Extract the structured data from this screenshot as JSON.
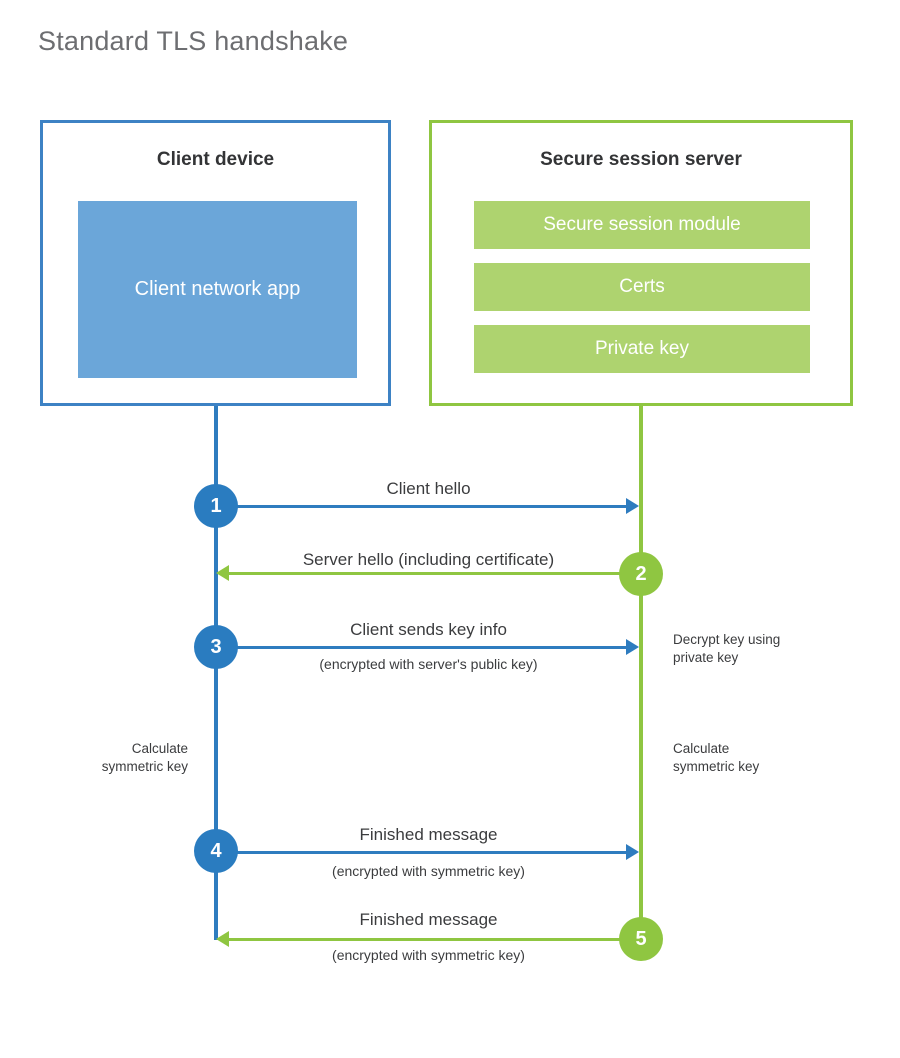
{
  "page": {
    "title": "Standard TLS handshake",
    "background": "#ffffff"
  },
  "colors": {
    "client_blue": "#2e7cbf",
    "client_circle_blue": "#2a7cc0",
    "client_app_fill": "#6ba6d9",
    "server_green": "#8fc641",
    "server_module_fill": "#aed36f",
    "title_gray": "#6d6e71",
    "text_dark": "#333436"
  },
  "client": {
    "title": "Client device",
    "app_label": "Client network app"
  },
  "server": {
    "title": "Secure session server",
    "modules": [
      {
        "label": "Secure session module"
      },
      {
        "label": "Certs"
      },
      {
        "label": "Private key"
      }
    ]
  },
  "steps": [
    {
      "number": "1",
      "side": "client",
      "direction": "to-server",
      "label": "Client hello",
      "sublabel": ""
    },
    {
      "number": "2",
      "side": "server",
      "direction": "to-client",
      "label": "Server hello (including certificate)",
      "sublabel": ""
    },
    {
      "number": "3",
      "side": "client",
      "direction": "to-server",
      "label": "Client sends key info",
      "sublabel": "(encrypted with server's public key)"
    },
    {
      "number": "4",
      "side": "client",
      "direction": "to-server",
      "label": "Finished message",
      "sublabel": "(encrypted with symmetric key)"
    },
    {
      "number": "5",
      "side": "server",
      "direction": "to-client",
      "label": "Finished message",
      "sublabel": "(encrypted with symmetric key)"
    }
  ],
  "notes": {
    "decrypt_key": "Decrypt key using\nprivate key",
    "decrypt_key_line1": "Decrypt key using",
    "decrypt_key_line2": "private key",
    "client_calc_line1": "Calculate",
    "client_calc_line2": "symmetric key",
    "server_calc_line1": "Calculate",
    "server_calc_line2": "symmetric key"
  }
}
